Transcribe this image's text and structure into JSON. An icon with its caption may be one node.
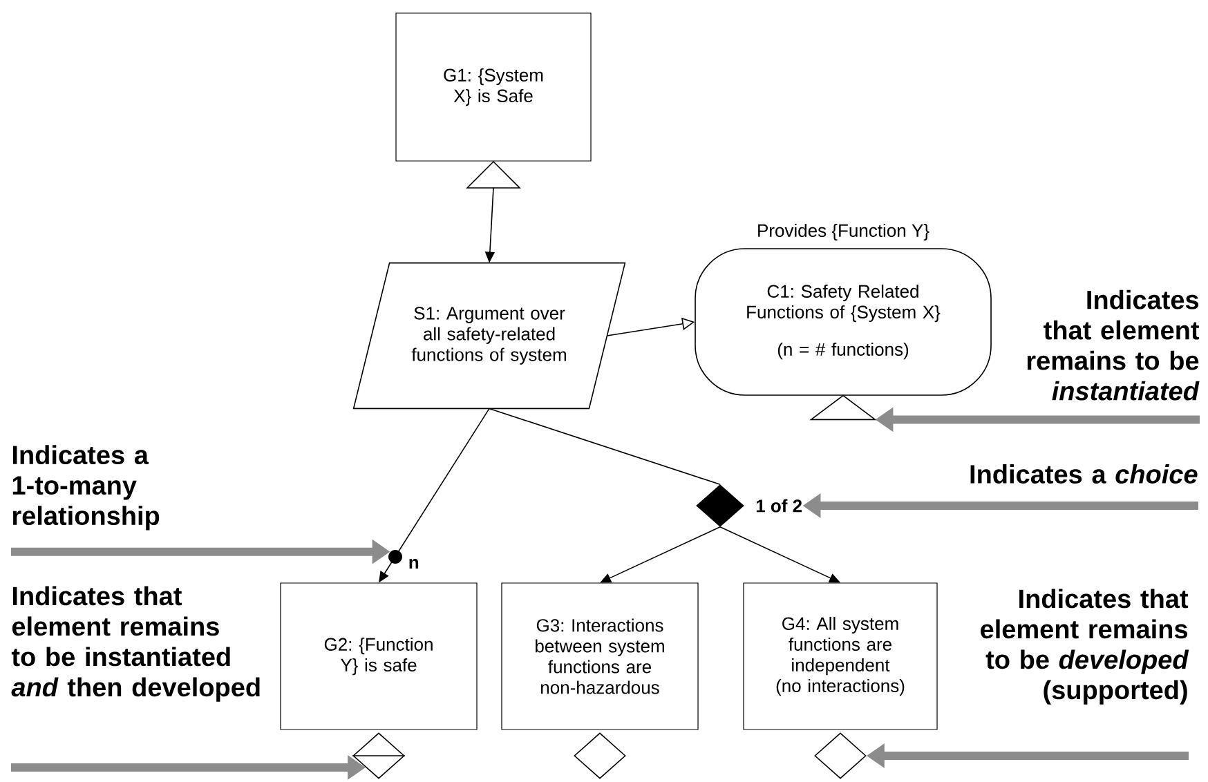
{
  "diagram": {
    "nodes": [
      {
        "text": [
          "G1: {System X} is Safe"
        ]
      },
      {
        "text": [
          "S1: Argument over all safety-related functions of system"
        ]
      },
      {
        "text": [
          "Provides {Function Y}",
          "C1: Safety Related Functions of {System X}",
          "(n = # functions)"
        ]
      },
      {
        "text": [],
        "shape": "diamond",
        "beside": [
          "1 of 2"
        ]
      },
      {
        "text": [
          "G2: {Function Y} is safe"
        ]
      },
      {
        "text": [
          "G3: Interactions between system functions are non-hazardous"
        ]
      },
      {
        "text": [
          "G4: All system functions are independent (no interactions)"
        ]
      },
      {
        "text": [
          "Indicates that element remains to be *instantiated*"
        ]
      },
      {
        "text": [
          "Indicates a *choice*"
        ]
      },
      {
        "text": [
          "Indicates a 1-to-many relationship"
        ]
      },
      {
        "text": [
          "Indicates that element remains to be instantiated *and* then developed"
        ]
      },
      {
        "text": [
          "Indicates that element remains to be *developed* (supported)"
        ]
      },
      {
        "text": [],
        "shape": "triangle"
      },
      {
        "text": [],
        "shape": "circle",
        "beside": [
          "n"
        ]
      },
      {
        "text": [],
        "shape": "diamond"
      },
      {
        "text": [],
        "shape": "diamond"
      },
      {
        "text": [],
        "shape": "diamond"
      }
    ],
    "edges": [
      {
        "from": 0,
        "to": 1,
        "arrow": "to"
      },
      {
        "from": 1,
        "to": 2,
        "arrow": "to"
      },
      {
        "from": 1,
        "to": 4,
        "arrow": "to"
      },
      {
        "from": 1,
        "to": 3,
        "arrow": "none"
      },
      {
        "from": 3,
        "to": 5,
        "arrow": "to"
      },
      {
        "from": 3,
        "to": 6,
        "arrow": "to"
      },
      {
        "from": 7,
        "to": 12,
        "arrow": "to",
        "style": "thick",
        "color": "#8c8c8c"
      },
      {
        "from": 8,
        "to": 3,
        "arrow": "to",
        "style": "thick",
        "color": "#8c8c8c"
      },
      {
        "from": 9,
        "to": 13,
        "arrow": "to",
        "style": "thick",
        "color": "#8c8c8c"
      },
      {
        "from": 10,
        "to": 14,
        "arrow": "to",
        "style": "thick",
        "color": "#8c8c8c"
      },
      {
        "from": 11,
        "to": 16,
        "arrow": "to",
        "style": "thick",
        "color": "#8c8c8c"
      }
    ]
  }
}
